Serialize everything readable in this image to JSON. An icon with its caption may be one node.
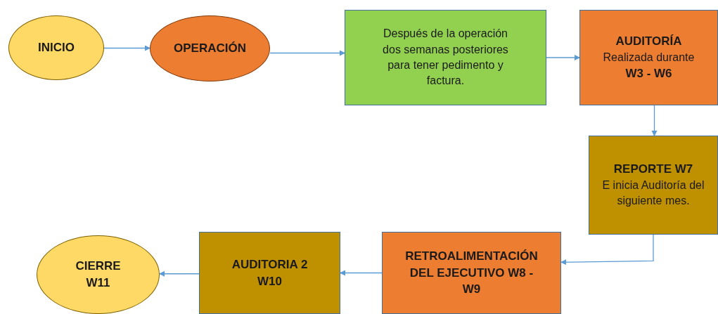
{
  "diagram": {
    "nodes": [
      {
        "text": [
          "INICIO"
        ]
      },
      {
        "text": [
          "OPERACIÓN"
        ]
      },
      {
        "text": [
          "Después de la operación dos semanas posteriores para tener pedimento y factura."
        ]
      },
      {
        "text": [
          "AUDITORÍA",
          "Realizada durante",
          "W3 - W6"
        ]
      },
      {
        "text": [
          "REPORTE W7",
          "E inicia Auditoría del siguiente mes."
        ]
      },
      {
        "text": [
          "RETROALIMENTACIÓN DEL EJECUTIVO W8 - W9"
        ]
      },
      {
        "text": [
          "AUDITORIA 2 W10"
        ]
      },
      {
        "text": [
          "CIERRE W11"
        ]
      }
    ],
    "edges": [
      {
        "from": 0,
        "to": 1,
        "arrow": "to"
      },
      {
        "from": 1,
        "to": 2,
        "arrow": "to"
      },
      {
        "from": 2,
        "to": 3,
        "arrow": "to"
      },
      {
        "from": 3,
        "to": 4,
        "arrow": "to"
      },
      {
        "from": 4,
        "to": 5,
        "arrow": "to"
      },
      {
        "from": 5,
        "to": 6,
        "arrow": "to"
      },
      {
        "from": 6,
        "to": 7,
        "arrow": "to"
      }
    ]
  }
}
